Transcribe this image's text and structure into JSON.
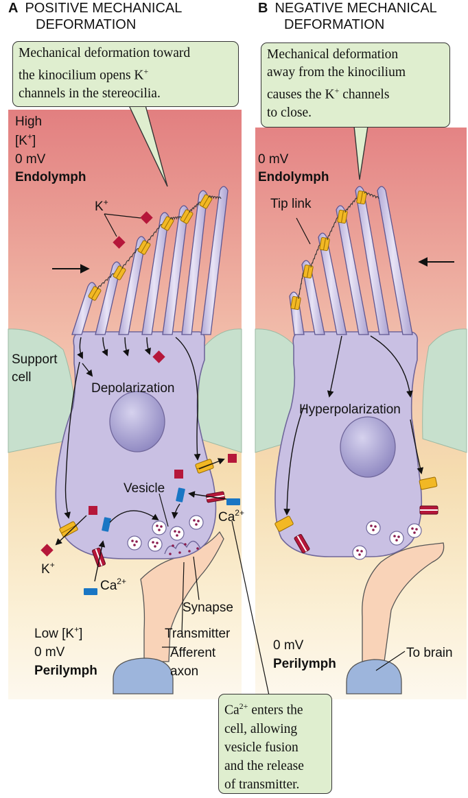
{
  "panel_a": {
    "letter": "A",
    "title_line1": "POSITIVE MECHANICAL",
    "title_line2": "DEFORMATION",
    "callout_line1": "Mechanical deformation toward",
    "callout_line2": "the kinocilium opens K",
    "callout_line2_sup": "+",
    "callout_line3": "channels in the stereocilia.",
    "high": "High",
    "k_conc_open": "[K",
    "k_conc_sup": "+",
    "k_conc_close": "]",
    "endo_mv": "0 mV",
    "endolymph": "Endolymph",
    "k_label": "K",
    "k_label_sup": "+",
    "support_line1": "Support",
    "support_line2": "cell",
    "depolarization": "Depolarization",
    "vesicle": "Vesicle",
    "ca_right": "Ca",
    "ca_right_sup": "2+",
    "ca_bottom": "Ca",
    "ca_bottom_sup": "2+",
    "k_bottom": "K",
    "k_bottom_sup": "+",
    "synapse": "Synapse",
    "transmitter": "Transmitter",
    "afferent": "Afferent",
    "axon": "axon",
    "low_k": "Low [K",
    "low_k_sup": "+",
    "low_k_close": "]",
    "peri_mv": "0 mV",
    "perilymph": "Perilymph"
  },
  "panel_b": {
    "letter": "B",
    "title_line1": "NEGATIVE MECHANICAL",
    "title_line2": "DEFORMATION",
    "callout_line1": "Mechanical deformation",
    "callout_line2": "away from the kinocilium",
    "callout_line3": "causes the K",
    "callout_line3_sup": "+",
    "callout_line3_end": " channels",
    "callout_line4": "to close.",
    "endo_mv": "0 mV",
    "endolymph": "Endolymph",
    "tip_link": "Tip link",
    "hyperpolarization": "Hyperpolarization",
    "peri_mv": "0 mV",
    "perilymph": "Perilymph",
    "to_brain": "To brain"
  },
  "bottom_callout": {
    "line1_pre": "Ca",
    "line1_sup": "2+",
    "line1_post": " enters the",
    "line2": "cell, allowing",
    "line3": "vesicle fusion",
    "line4": "and the release",
    "line5": "of transmitter."
  },
  "colors": {
    "endolymph_top": "#e27f80",
    "perilymph_bottom": "#fdf8ee",
    "hair_cell": "#c9c0e3",
    "nucleus": "#a39ccf",
    "support_cell": "#c7e0cd",
    "afferent": "#f9d3b8",
    "k_ion": "#b5173a",
    "ca_ion": "#1976c4",
    "channel_open": "#f2b824",
    "callout": "#dfeecf"
  }
}
